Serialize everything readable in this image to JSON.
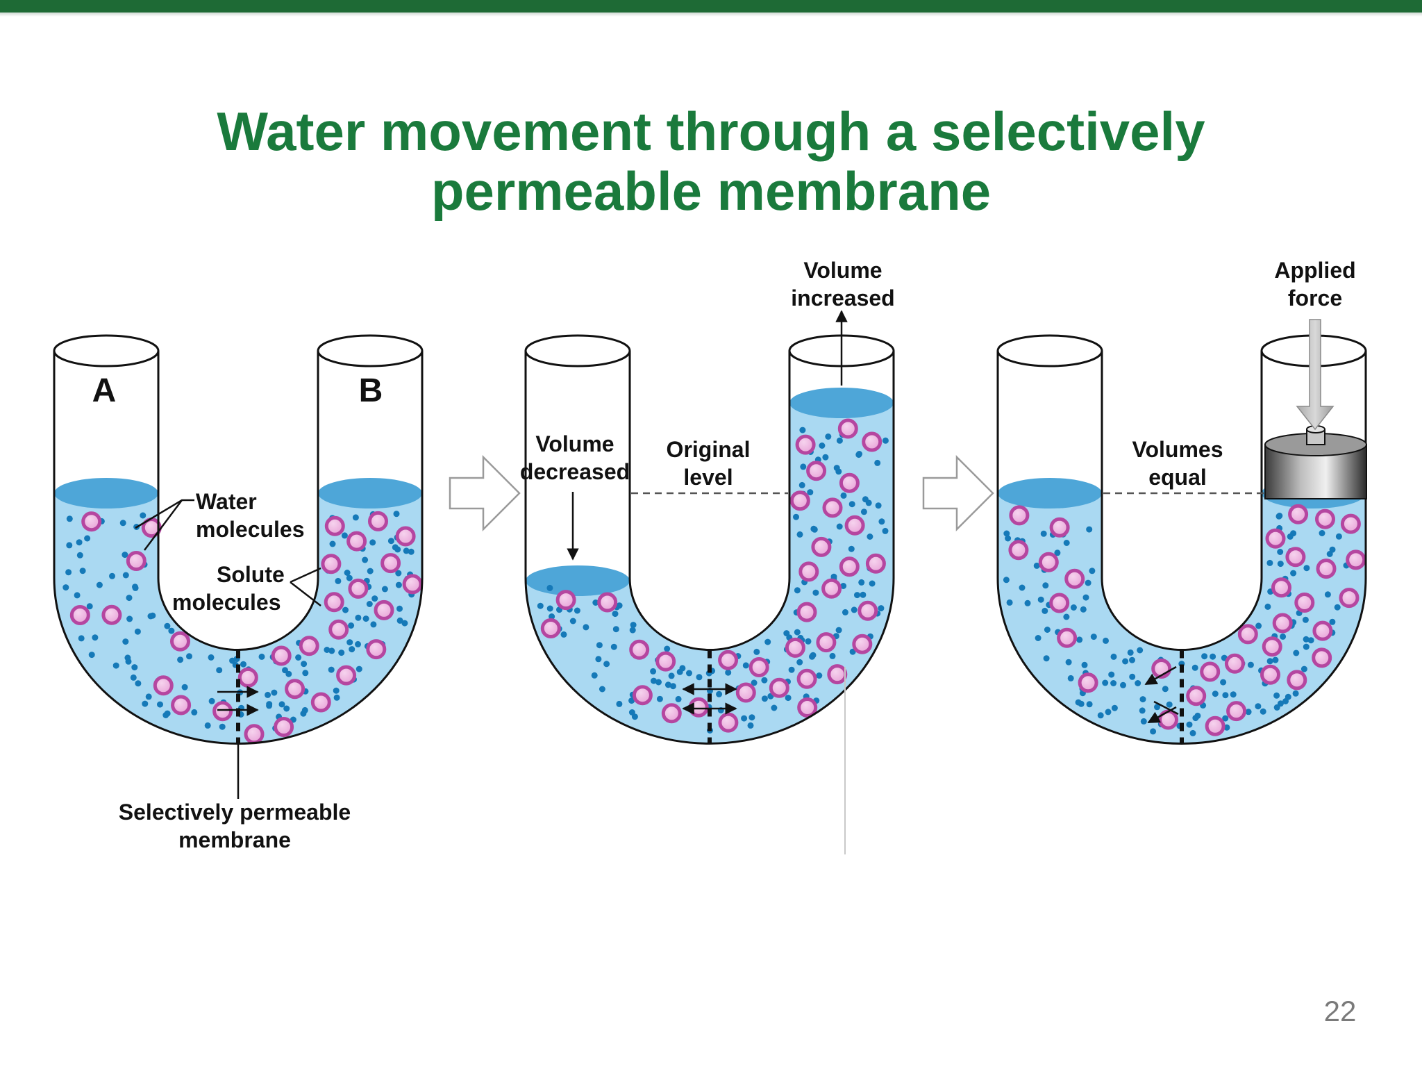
{
  "slide": {
    "title_line1": "Water movement through a selectively",
    "title_line2": "permeable membrane",
    "page_number": "22"
  },
  "diagram": {
    "panel1": {
      "label_a": "A",
      "label_b": "B",
      "water_label_1": "Water",
      "water_label_2": "molecules",
      "solute_label_1": "Solute",
      "solute_label_2": "molecules",
      "membrane_label_1": "Selectively permeable",
      "membrane_label_2": "membrane"
    },
    "panel2": {
      "volume_decreased_1": "Volume",
      "volume_decreased_2": "decreased",
      "original_level_1": "Original",
      "original_level_2": "level",
      "volume_increased_1": "Volume",
      "volume_increased_2": "increased"
    },
    "panel3": {
      "volumes_equal_1": "Volumes",
      "volumes_equal_2": "equal",
      "applied_force_1": "Applied",
      "applied_force_2": "force"
    },
    "colors": {
      "title": "#1a7a3c",
      "water": "#aad9f2",
      "water_surface": "#4ea6d8",
      "water_dot": "#1579b8",
      "solute": "#b546a0",
      "solute_light": "#f2c4e6",
      "outline": "#111111"
    }
  }
}
